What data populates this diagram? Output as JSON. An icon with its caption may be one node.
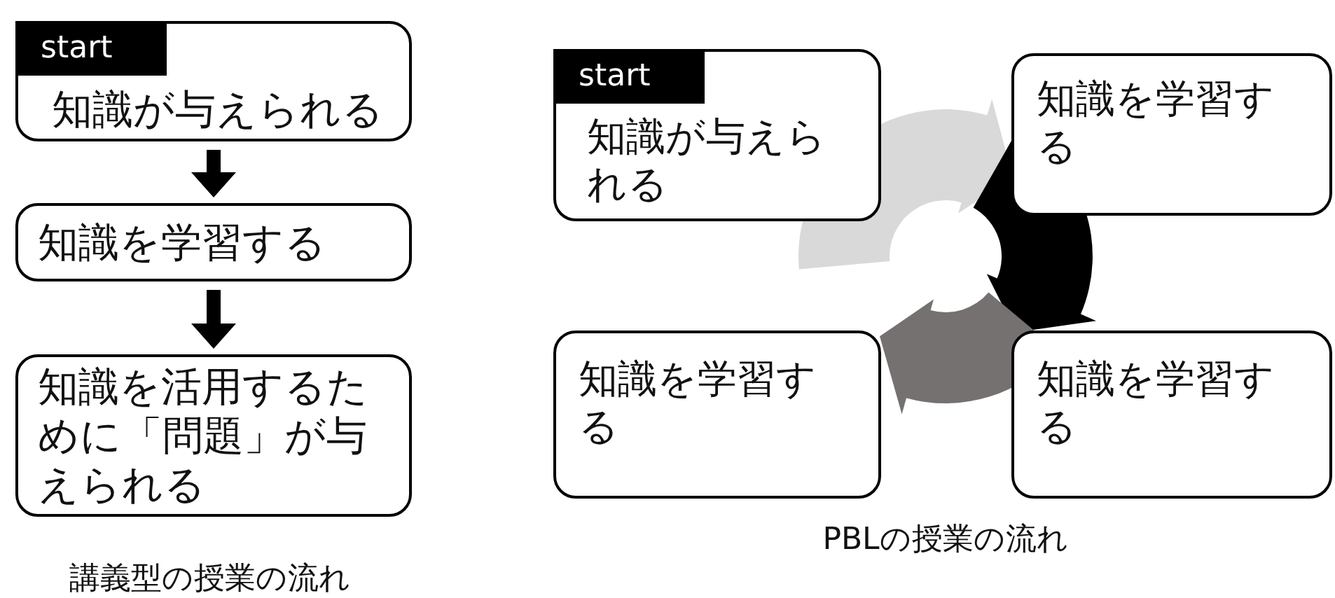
{
  "diagram": {
    "nodes": [
      {
        "text": [
          "start",
          "知識が与えられる"
        ]
      },
      {
        "text": [
          "知識を学習する"
        ]
      },
      {
        "text": [
          "知識を活用するために「問題」が与えられる"
        ]
      },
      {
        "text": [
          "start",
          "知識が与えられる"
        ]
      },
      {
        "text": [
          "知識を学習する"
        ]
      },
      {
        "text": [
          "知識を学習する"
        ]
      },
      {
        "text": [
          "知識を学習する"
        ]
      }
    ],
    "edges": [
      {
        "from": 0,
        "to": 1,
        "arrow": "to"
      },
      {
        "from": 1,
        "to": 2,
        "arrow": "to"
      },
      {
        "from": 3,
        "to": 4,
        "arrow": "to",
        "color": "#d9d9d9"
      },
      {
        "from": 4,
        "to": 5,
        "arrow": "to"
      },
      {
        "from": 5,
        "to": 6,
        "arrow": "to",
        "color": "#767171"
      }
    ],
    "labels": [
      "講義型の授業の流れ",
      "PBLの授業の流れ"
    ]
  }
}
